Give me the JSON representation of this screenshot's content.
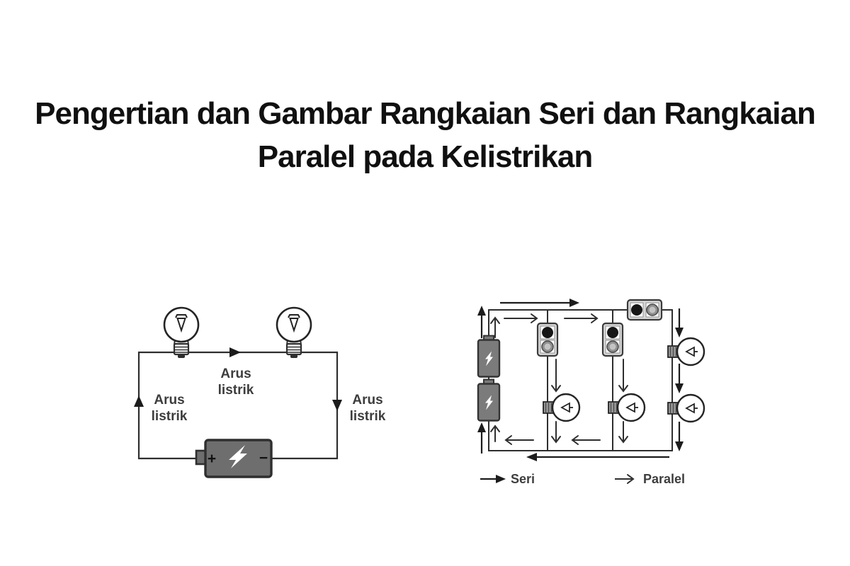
{
  "title": {
    "line1": "Pengertian dan Gambar Rangkaian Seri dan Rangkaian",
    "line2": "Paralel pada Kelistrikan"
  },
  "left_diagram": {
    "label_top": {
      "line1": "Arus",
      "line2": "listrik"
    },
    "label_left": {
      "line1": "Arus",
      "line2": "listrik"
    },
    "label_right": {
      "line1": "Arus",
      "line2": "listrik"
    },
    "battery": {
      "plus": "+",
      "minus": "−"
    }
  },
  "right_diagram": {
    "legend": {
      "seri": "Seri",
      "paralel": "Paralel"
    }
  },
  "colors": {
    "wire": "#2e2e2e",
    "battery_fill": "#6e6e6e",
    "battery_small_fill": "#7b7b7b",
    "label_text": "#3d3d3d",
    "title_text": "#101010",
    "switch_frame": "#d8d8d8"
  },
  "icons": {
    "bulb-icon": "incandescent bulb outline",
    "battery-icon": "grey cell with white lightning bolt",
    "switch-icon": "push-button switch with black and grey buttons",
    "seri-arrow": "solid-head arrow",
    "paralel-arrow": "chevron-head arrow"
  }
}
